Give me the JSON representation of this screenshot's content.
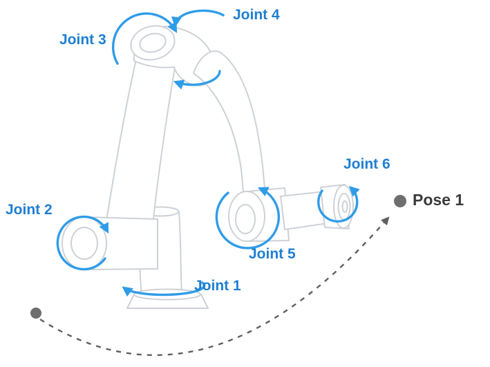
{
  "diagram": {
    "joints": [
      "Joint 1",
      "Joint 2",
      "Joint 3",
      "Joint 4",
      "Joint 5",
      "Joint 6"
    ],
    "pose_label": "Pose 1",
    "colors": {
      "arrow": "#2f9ce8",
      "label": "#1e7fd2",
      "arm_outline": "#cdd1d6",
      "trajectory": "#5f5f5f",
      "waypoint": "#6e6e6e",
      "pose_text": "#3b3b3b"
    },
    "icons": {
      "rotation_arrow": "circular-arrow",
      "trajectory_arrow": "dashed-arc-arrow",
      "waypoint": "filled-dot"
    }
  }
}
